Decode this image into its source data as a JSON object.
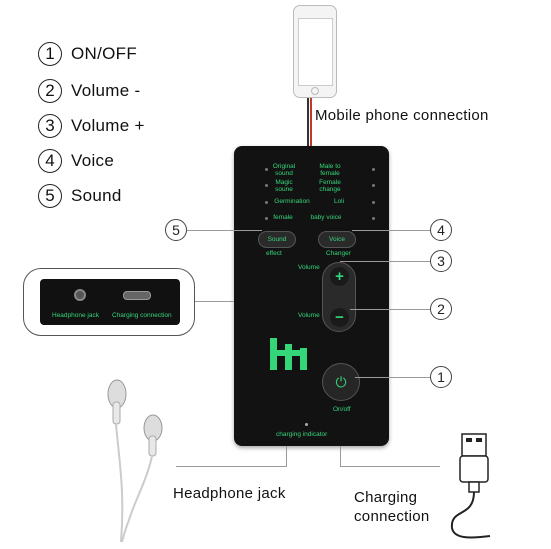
{
  "legend": [
    {
      "num": "1",
      "label": "ON/OFF"
    },
    {
      "num": "2",
      "label": "Volume -"
    },
    {
      "num": "3",
      "label": "Volume +"
    },
    {
      "num": "4",
      "label": "Voice"
    },
    {
      "num": "5",
      "label": "Sound"
    }
  ],
  "phone_caption": "Mobile phone connection",
  "device": {
    "modes_left": [
      "Original sound",
      "Magic soune",
      "Germination",
      "female"
    ],
    "modes_right": [
      "Male to female",
      "Female change",
      "Loli",
      "baby voice"
    ],
    "sound_button": "Sound",
    "sound_sub": "effect",
    "voice_button": "Voice",
    "voice_sub": "Changer",
    "volume_up_label": "Volume",
    "volume_down_label": "Volume",
    "plus": "+",
    "minus": "−",
    "power_label": "On/off",
    "charging_label": "charging indicator",
    "logo": "H"
  },
  "inset": {
    "jack_label": "Headphone jack",
    "charging_label": "Charging connection"
  },
  "callouts": {
    "c1": "1",
    "c2": "2",
    "c3": "3",
    "c4": "4",
    "c5": "5"
  },
  "bottom_captions": {
    "headphone": "Headphone jack",
    "charging_line1": "Charging",
    "charging_line2": "connection"
  },
  "colors": {
    "accent": "#35d67a",
    "device": "#121212"
  }
}
